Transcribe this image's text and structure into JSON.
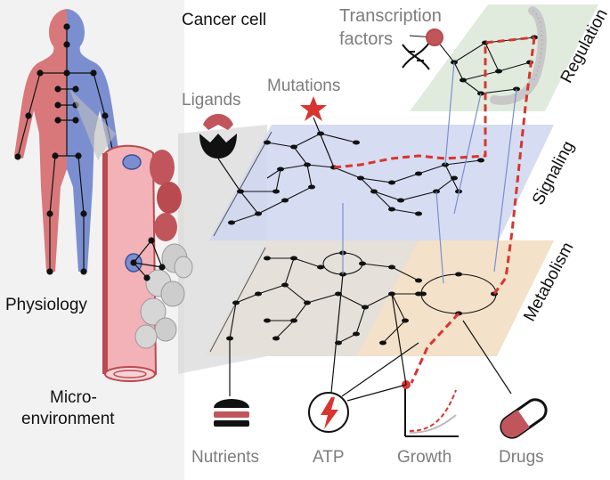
{
  "labels": {
    "cancer_cell": "Cancer cell",
    "transcription_1": "Transcription",
    "transcription_2": "factors",
    "ligands": "Ligands",
    "mutations": "Mutations",
    "regulation": "Regulation",
    "signaling": "Signaling",
    "metabolism": "Metabolism",
    "physiology": "Physiology",
    "micro_1": "Micro-",
    "micro_2": "environment",
    "nutrients": "Nutrients",
    "atp": "ATP",
    "growth": "Growth",
    "drugs": "Drugs"
  },
  "colors": {
    "red": "#d8352f",
    "body_red": "#d9787a",
    "body_blue": "#7b8fd0",
    "vessel_pink": "#f3b2b8",
    "vessel_dark": "#b94a4f",
    "signaling_plane": "#cfd6ee",
    "metabolism_plane": "#f1dcc0",
    "regulation_plane": "#dbe7d8",
    "left_panel": "#f2f2f2",
    "gray_text": "#7d7d7d"
  },
  "icons": [
    "ligand-receptor-icon",
    "mutation-star-icon",
    "dna-icon",
    "chromosome-icon",
    "burger-icon",
    "atp-bolt-icon",
    "growth-curve-icon",
    "pill-icon"
  ]
}
